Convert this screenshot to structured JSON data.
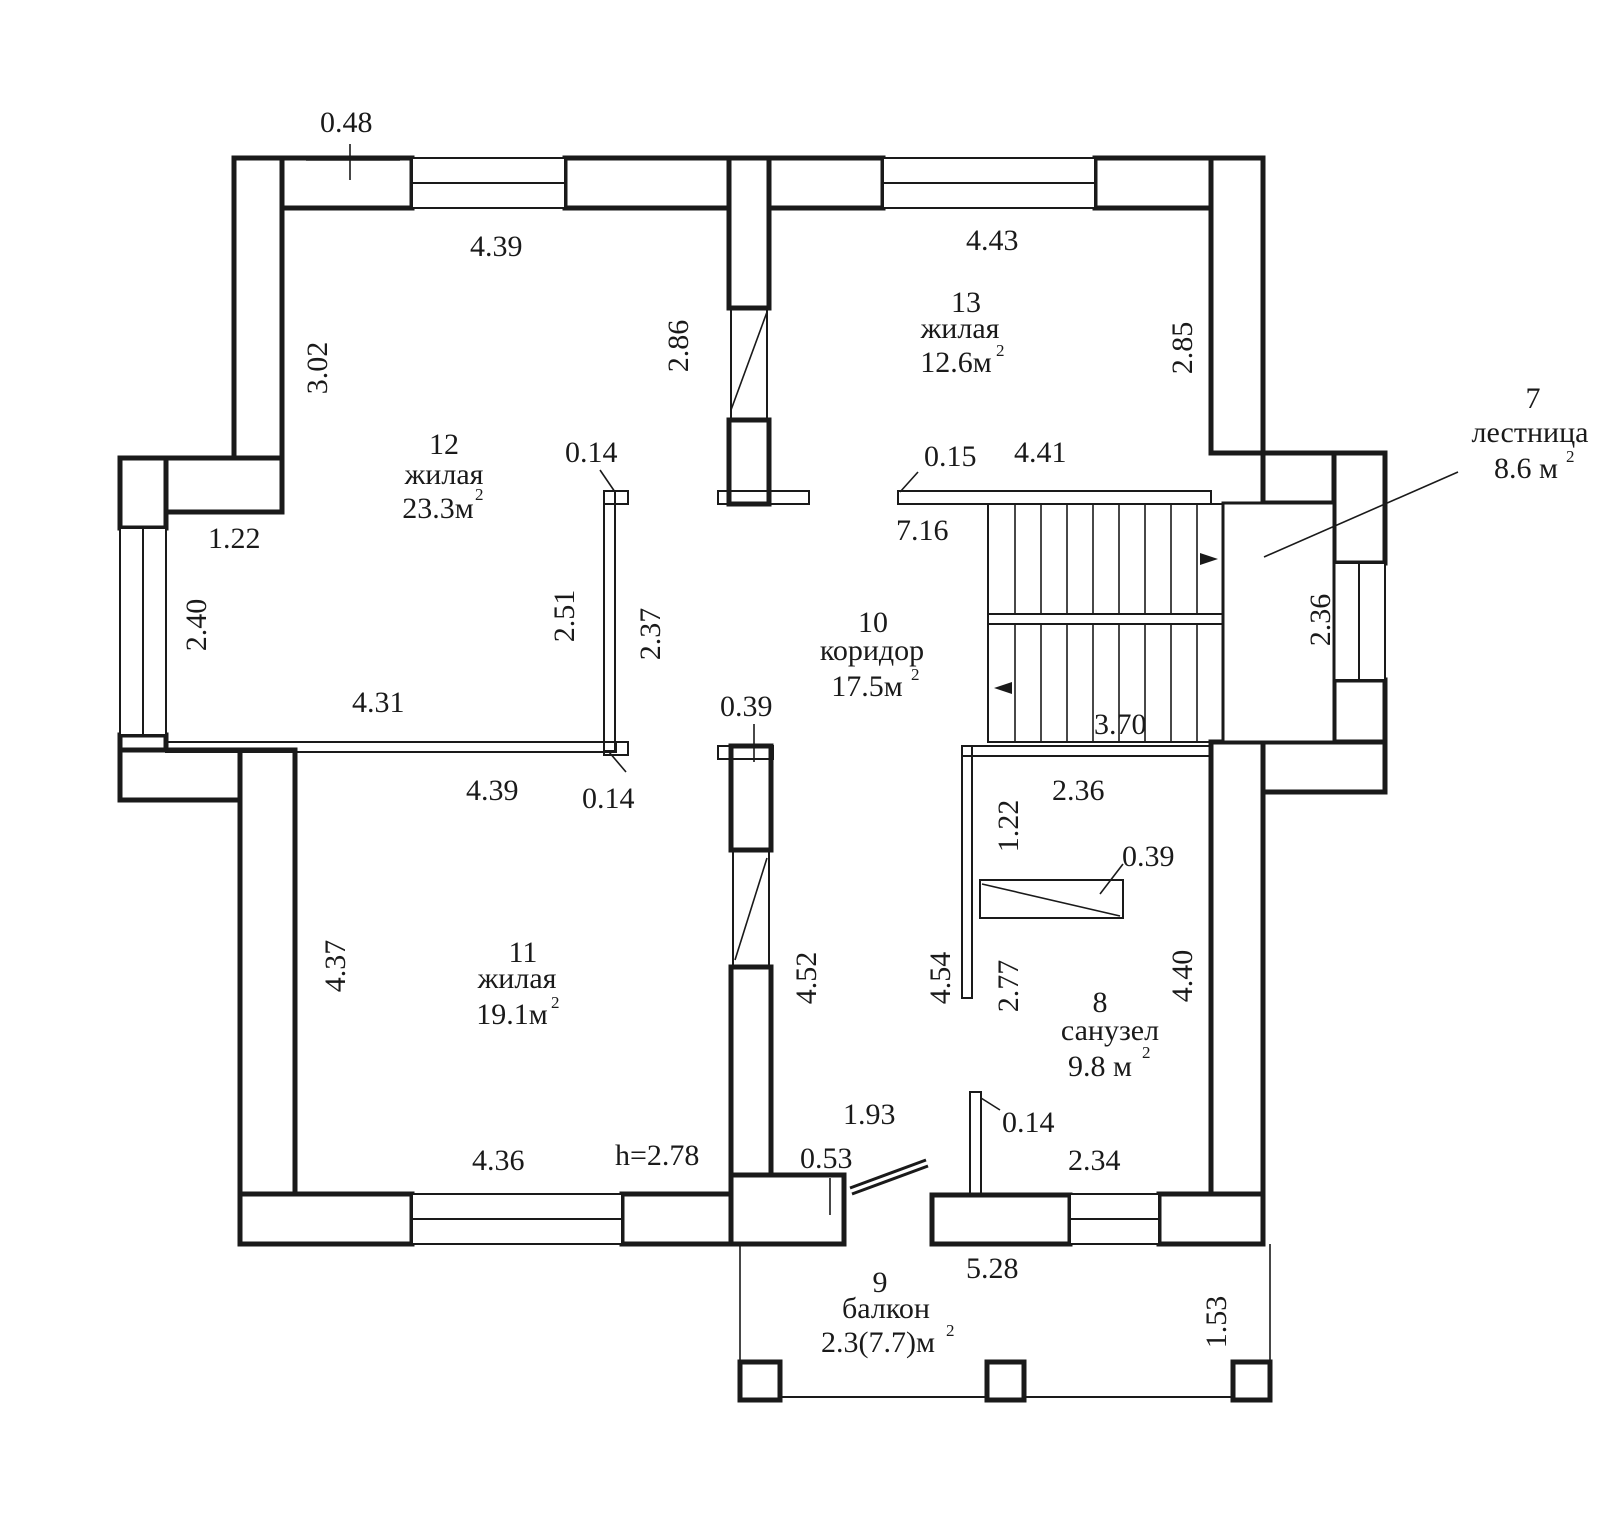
{
  "rooms": {
    "r7": {
      "num": "7",
      "name": "лестница",
      "area": "8.6 м",
      "sup": "2"
    },
    "r8": {
      "num": "8",
      "name": "санузел",
      "area": "9.8 м",
      "sup": "2"
    },
    "r9": {
      "num": "9",
      "name": "балкон",
      "area": "2.3(7.7)м",
      "sup": "2"
    },
    "r10": {
      "num": "10",
      "name": "коридор",
      "area": "17.5м",
      "sup": "2"
    },
    "r11": {
      "num": "11",
      "name": "жилая",
      "area": "19.1м",
      "sup": "2"
    },
    "r12": {
      "num": "12",
      "name": "жилая",
      "area": "23.3м",
      "sup": "2"
    },
    "r13": {
      "num": "13",
      "name": "жилая",
      "area": "12.6м",
      "sup": "2"
    }
  },
  "height_note": "h=2.78",
  "dimensions": {
    "d_0_48": "0.48",
    "d_4_39_top": "4.39",
    "d_4_43": "4.43",
    "d_3_02": "3.02",
    "d_2_86": "2.86",
    "d_2_85": "2.85",
    "d_0_14_a": "0.14",
    "d_0_15": "0.15",
    "d_4_41": "4.41",
    "d_1_22_a": "1.22",
    "d_7_16": "7.16",
    "d_2_40": "2.40",
    "d_2_51": "2.51",
    "d_2_37": "2.37",
    "d_2_36_a": "2.36",
    "d_4_31": "4.31",
    "d_0_39_a": "0.39",
    "d_3_70": "3.70",
    "d_4_39_mid": "4.39",
    "d_0_14_b": "0.14",
    "d_2_36_b": "2.36",
    "d_1_22_b": "1.22",
    "d_0_39_b": "0.39",
    "d_4_37": "4.37",
    "d_4_52": "4.52",
    "d_4_54": "4.54",
    "d_2_77": "2.77",
    "d_4_40": "4.40",
    "d_1_93": "1.93",
    "d_0_14_c": "0.14",
    "d_4_36": "4.36",
    "d_0_53": "0.53",
    "d_2_34": "2.34",
    "d_5_28": "5.28",
    "d_1_53": "1.53"
  }
}
